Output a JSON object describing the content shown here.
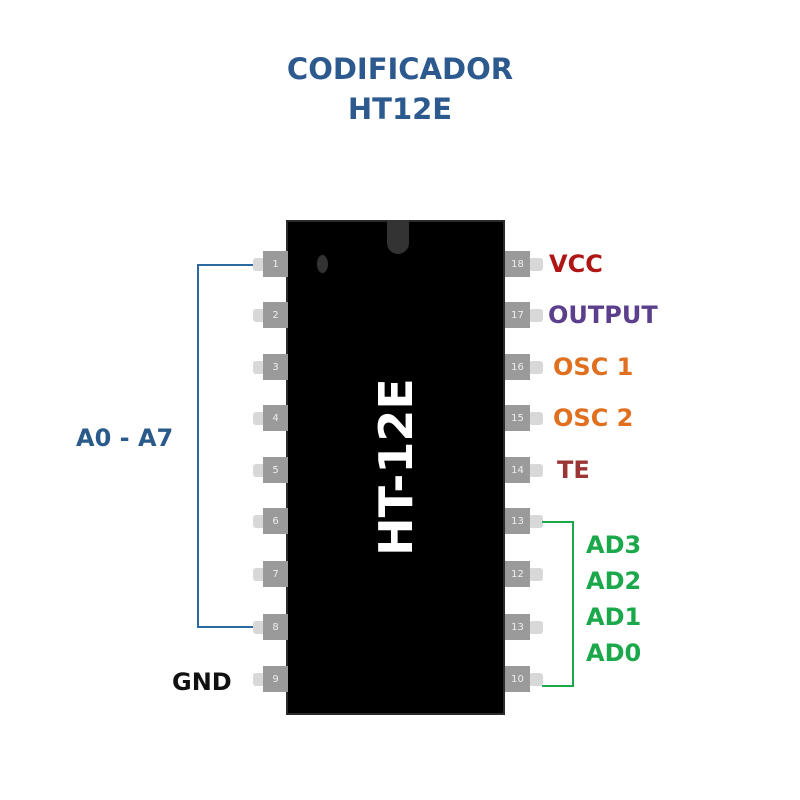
{
  "title": {
    "line1": "CODIFICADOR",
    "line2": "HT12E"
  },
  "chip": {
    "name": "HT-12E"
  },
  "left_pins": [
    "1",
    "2",
    "3",
    "4",
    "5",
    "6",
    "7",
    "8",
    "9"
  ],
  "right_pins": [
    "18",
    "17",
    "16",
    "15",
    "14",
    "13",
    "12",
    "13",
    "10"
  ],
  "labels": {
    "address_group": "A0 - A7",
    "gnd": "GND",
    "vcc": "VCC",
    "output": "OUTPUT",
    "osc1": "OSC 1",
    "osc2": "OSC 2",
    "te": "TE",
    "ad3": "AD3",
    "ad2": "AD2",
    "ad1": "AD1",
    "ad0": "AD0"
  },
  "colors": {
    "title": "#2d5a8e",
    "vcc": "#b01515",
    "output": "#5b3f8c",
    "osc": "#e07020",
    "te": "#9b3535",
    "ad": "#1aa84a",
    "address": "#2a5a8a",
    "gnd": "#111111"
  }
}
